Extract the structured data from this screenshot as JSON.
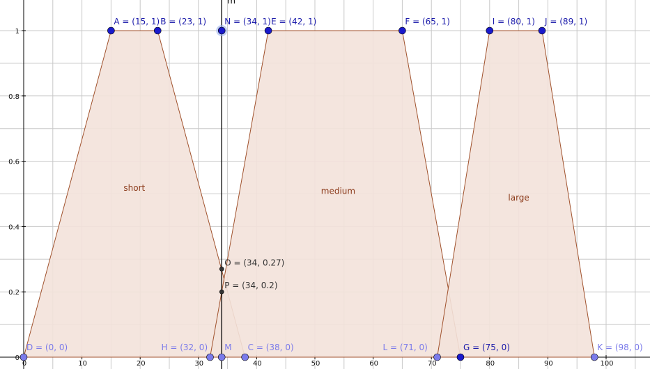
{
  "chart_data": {
    "type": "area",
    "title": "",
    "xlabel": "",
    "ylabel": "",
    "grid": true,
    "xlim": [
      -1,
      107
    ],
    "ylim": [
      0,
      1.05
    ],
    "x_ticks": [
      0,
      10,
      20,
      30,
      40,
      50,
      60,
      70,
      80,
      90,
      100
    ],
    "y_ticks": [
      0,
      0.2,
      0.4,
      0.6,
      0.8,
      1
    ],
    "vertical_line": {
      "label": "m",
      "x": 34
    },
    "series": [
      {
        "name": "short",
        "points": [
          [
            0,
            0
          ],
          [
            15,
            1
          ],
          [
            23,
            1
          ],
          [
            38,
            0
          ]
        ],
        "label_at": [
          19,
          0.51
        ]
      },
      {
        "name": "medium",
        "points": [
          [
            32,
            0
          ],
          [
            42,
            1
          ],
          [
            65,
            1
          ],
          [
            75,
            0
          ]
        ],
        "label_at": [
          54,
          0.5
        ]
      },
      {
        "name": "large",
        "points": [
          [
            71,
            0
          ],
          [
            80,
            1
          ],
          [
            89,
            1
          ],
          [
            98,
            0
          ]
        ],
        "label_at": [
          85,
          0.48
        ]
      }
    ],
    "points": [
      {
        "text": "A = (15, 1)",
        "x": 15,
        "y": 1,
        "style": "dark"
      },
      {
        "text": "B = (23, 1)",
        "x": 23,
        "y": 1,
        "style": "dark"
      },
      {
        "text": "N = (34, 1)",
        "x": 34,
        "y": 1,
        "style": "dark-halo"
      },
      {
        "text": "E = (42, 1)",
        "x": 42,
        "y": 1,
        "style": "dark"
      },
      {
        "text": "F = (65, 1)",
        "x": 65,
        "y": 1,
        "style": "dark"
      },
      {
        "text": "I = (80, 1)",
        "x": 80,
        "y": 1,
        "style": "dark"
      },
      {
        "text": "J = (89, 1)",
        "x": 89,
        "y": 1,
        "style": "dark"
      },
      {
        "text": "D = (0, 0)",
        "x": 0,
        "y": 0,
        "style": "light"
      },
      {
        "text": "H = (32, 0)",
        "x": 32,
        "y": 0,
        "style": "light"
      },
      {
        "text": "M",
        "x": 34,
        "y": 0,
        "style": "light"
      },
      {
        "text": "C = (38, 0)",
        "x": 38,
        "y": 0,
        "style": "light"
      },
      {
        "text": "L = (71, 0)",
        "x": 71,
        "y": 0,
        "style": "light"
      },
      {
        "text": "G = (75, 0)",
        "x": 75,
        "y": 0,
        "style": "dark"
      },
      {
        "text": "K = (98, 0)",
        "x": 98,
        "y": 0,
        "style": "light"
      },
      {
        "text": "O = (34, 0.27)",
        "x": 34,
        "y": 0.27,
        "style": "small"
      },
      {
        "text": "P = (34, 0.2)",
        "x": 34,
        "y": 0.2,
        "style": "small"
      }
    ]
  },
  "colors": {
    "fill": "#f3e2da",
    "edge": "#a0522d",
    "dark_point": "#1a1acc",
    "light_point": "#7b7bea",
    "light_text": "#7b7bea",
    "dark_text": "#1a1aaa",
    "small_text": "#333333",
    "grid": "#c8c8c8"
  }
}
